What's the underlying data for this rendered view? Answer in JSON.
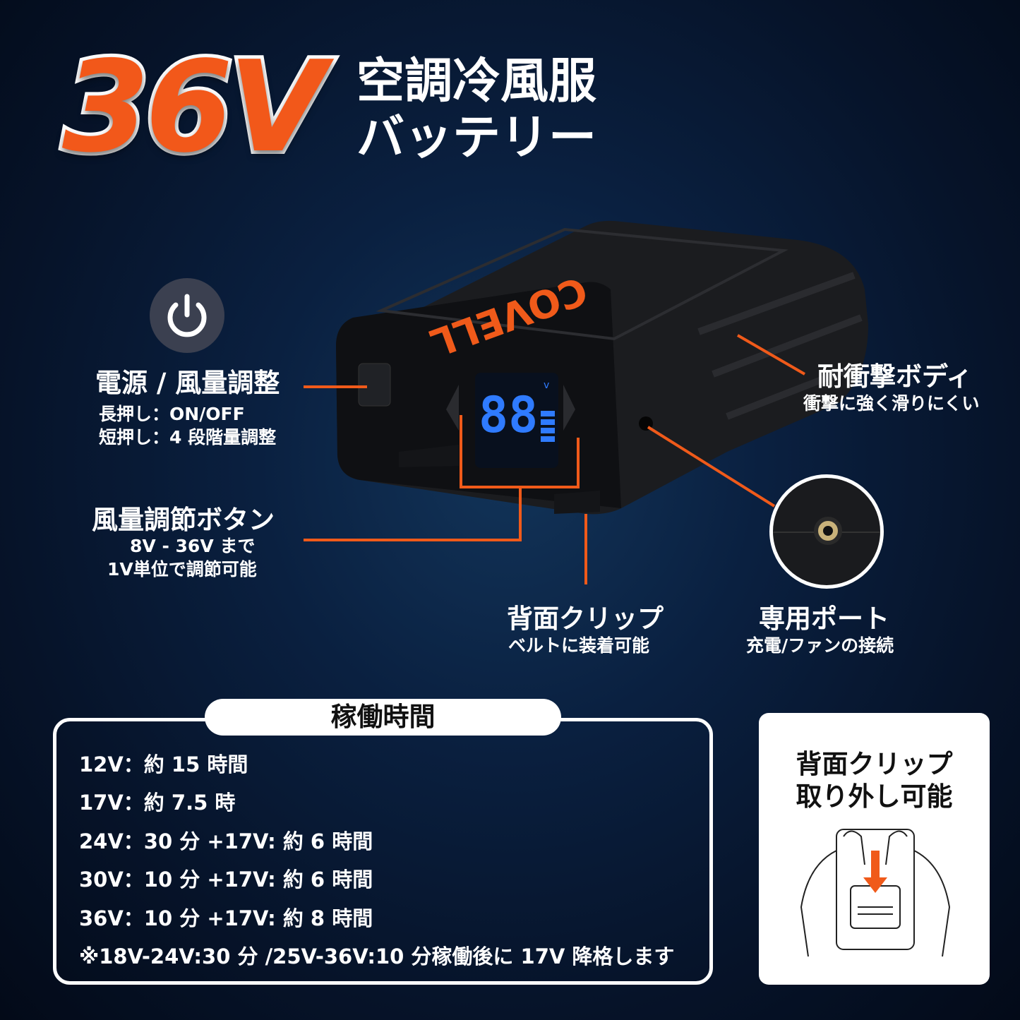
{
  "headline": {
    "voltage": "36V",
    "title_line1": "空調冷風服",
    "title_line2": "バッテリー"
  },
  "product": {
    "brand": "COVELL",
    "display_value": "88",
    "display_unit": "v"
  },
  "colors": {
    "accent": "#f05a1a",
    "background": "#061329",
    "display": "#2f7bff"
  },
  "callouts": {
    "power": {
      "icon": "power-icon",
      "title": "電源 / 風量調整",
      "lines": [
        "長押し：ON/OFF",
        "短押し：4 段階量調整"
      ]
    },
    "airflow": {
      "title": "風量調節ボタン",
      "lines": [
        "8V - 36V まで",
        "1V単位で調節可能"
      ]
    },
    "clip": {
      "title": "背面クリップ",
      "sub": "ベルトに装着可能"
    },
    "body": {
      "title": "耐衝撃ボディ",
      "sub": "衝撃に強く滑りにくい"
    },
    "port": {
      "title": "専用ポート",
      "sub": "充電/ファンの接続"
    }
  },
  "runtime": {
    "title": "稼働時間",
    "rows": [
      "12V：約 15 時間",
      "17V：約 7.5 時",
      "24V：30 分 +17V: 約 6 時間",
      "30V：10 分 +17V: 約 6 時間",
      "36V：10 分 +17V: 約 8 時間",
      "※18V-24V:30 分 /25V-36V:10 分稼働後に 17V 降格します"
    ]
  },
  "clip_card": {
    "title_line1": "背面クリップ",
    "title_line2": "取り外し可能"
  }
}
